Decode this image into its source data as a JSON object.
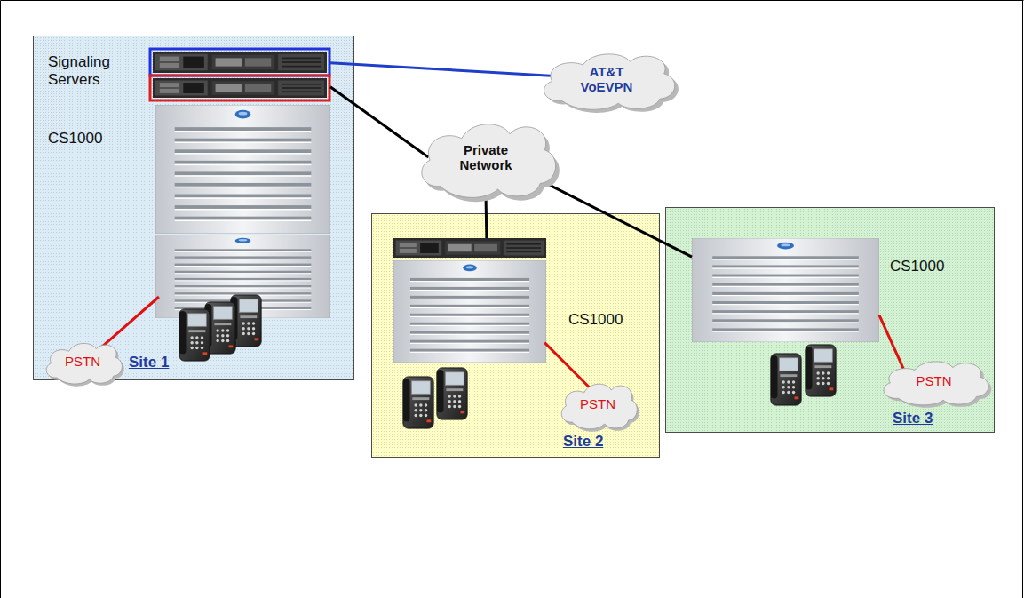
{
  "diagram": {
    "nodes": [
      {
        "text": [
          "Site 1"
        ]
      },
      {
        "text": [
          "Signaling Servers"
        ],
        "in": 0
      },
      {
        "text": [
          "CS1000"
        ],
        "in": 0
      },
      {
        "text": [
          "PSTN"
        ],
        "in": 0
      },
      {
        "text": [
          "AT&T VoEVPN"
        ]
      },
      {
        "text": [
          "Private Network"
        ]
      },
      {
        "text": [
          "Site 2"
        ]
      },
      {
        "text": [
          "CS1000"
        ],
        "in": 6
      },
      {
        "text": [
          "PSTN"
        ],
        "in": 6
      },
      {
        "text": [
          "Site 3"
        ]
      },
      {
        "text": [
          "CS1000"
        ],
        "in": 9
      },
      {
        "text": [
          "PSTN"
        ],
        "in": 9
      }
    ],
    "edges": [
      {
        "from": 1,
        "to": 4,
        "arrow": "none"
      },
      {
        "from": 1,
        "to": 5,
        "arrow": "none"
      },
      {
        "from": 5,
        "to": 7,
        "arrow": "none"
      },
      {
        "from": 5,
        "to": 10,
        "arrow": "none"
      },
      {
        "from": 2,
        "to": 3,
        "arrow": "none"
      },
      {
        "from": 7,
        "to": 8,
        "arrow": "none"
      },
      {
        "from": 10,
        "to": 11,
        "arrow": "none"
      }
    ]
  }
}
